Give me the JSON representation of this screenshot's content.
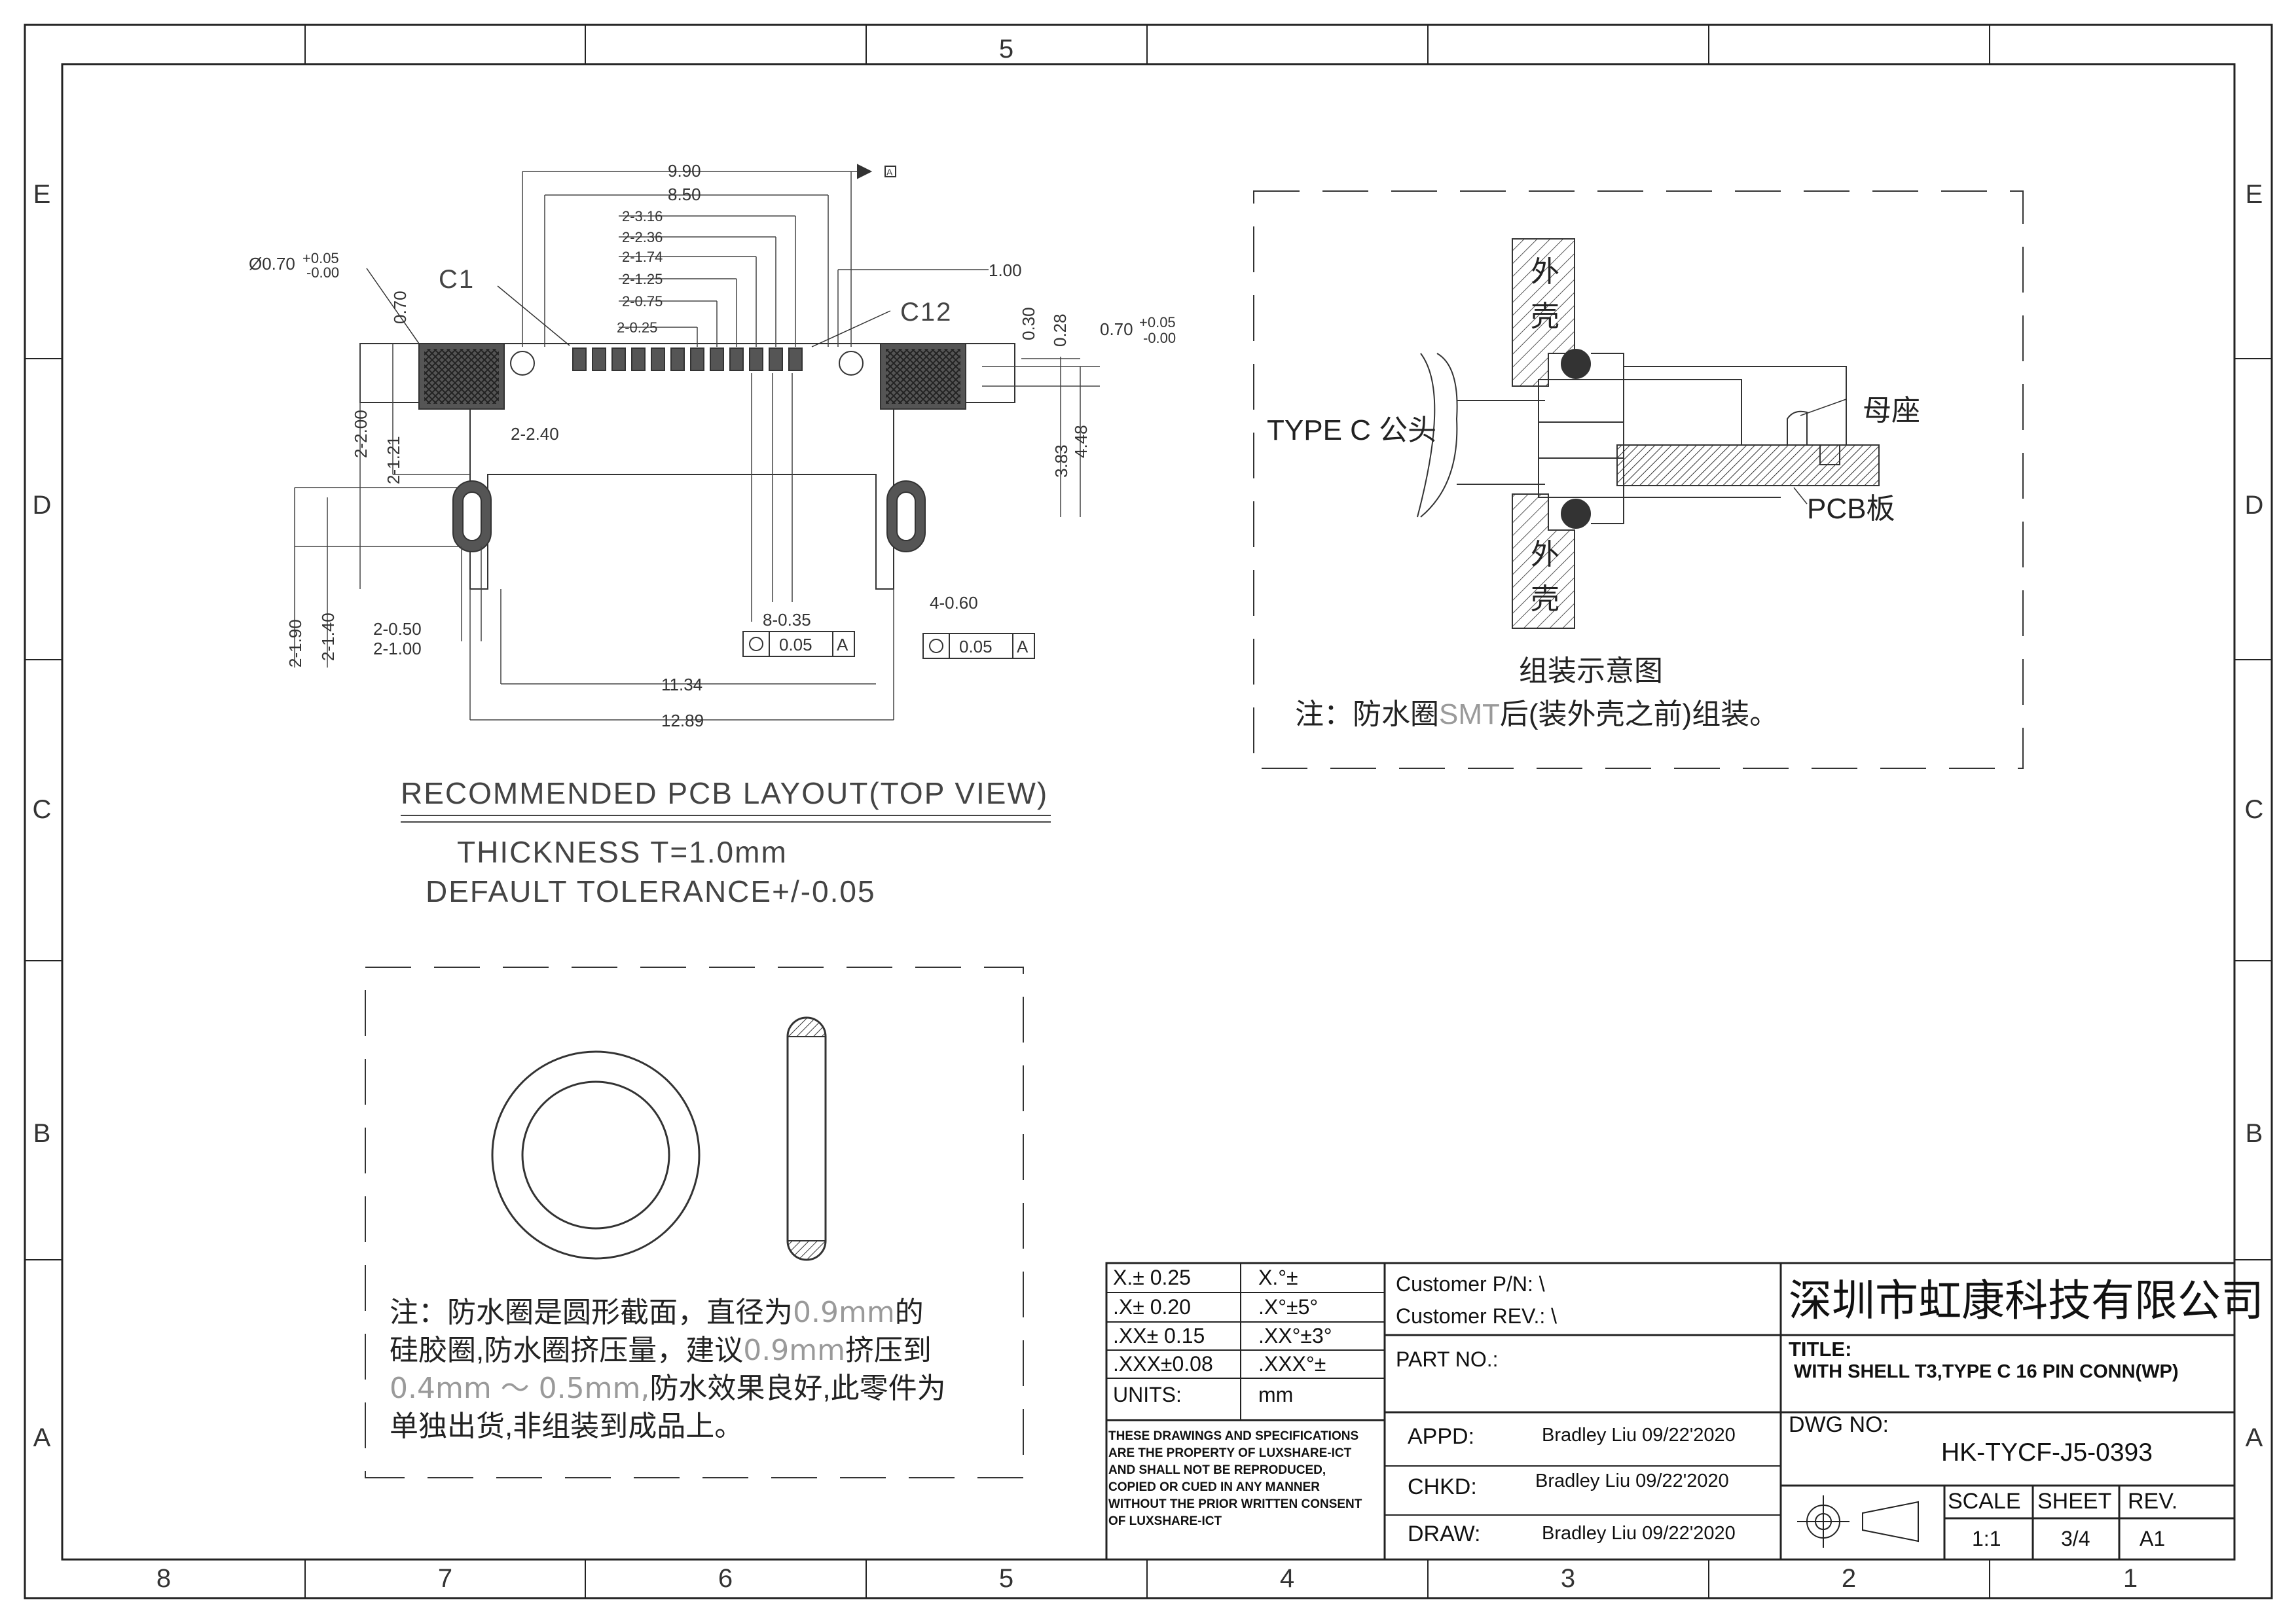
{
  "zones": {
    "columns": [
      "8",
      "7",
      "6",
      "5",
      "4",
      "3",
      "2",
      "1"
    ],
    "rows": [
      "E",
      "D",
      "C",
      "B",
      "A"
    ]
  },
  "layout": {
    "title": "RECOMMENDED PCB LAYOUT(TOP VIEW)",
    "thickness": "THICKNESS T=1.0mm",
    "tolerance": "DEFAULT TOLERANCE+/-0.05",
    "pin_first": "C1",
    "pin_last": "C12",
    "datum": "A",
    "dims": {
      "d990": "9.90",
      "d850": "8.50",
      "d316": "2-3.16",
      "d236": "2-2.36",
      "d174": "2-1.74",
      "d125": "2-1.25",
      "d075": "2-0.75",
      "d025": "2-0.25",
      "hole_left": "Ø0.70",
      "hole_right": "0.70",
      "tol_plus": "+0.05",
      "tol_minus": "-0.00",
      "d100": "1.00",
      "d030": "0.30",
      "d028": "0.28",
      "d070v": "0.70",
      "d240": "2-2.40",
      "d200": "2-2.00",
      "d121": "2-1.21",
      "d383": "3.83",
      "d448": "4.48",
      "d050": "2-0.50",
      "d100b": "2-1.00",
      "d190": "2-1.90",
      "d140": "2-1.40",
      "d835": "8-0.35",
      "d460": "4-0.60",
      "tol_pos": "0.05",
      "d1134": "11.34",
      "d1289": "12.89"
    }
  },
  "assembly": {
    "shell_char1": "外",
    "shell_char2": "壳",
    "plug": "TYPE C 公头",
    "receptacle": "母座",
    "pcb": "PCB板",
    "caption": "组装示意图",
    "note_a": "注：防水圈",
    "note_smt": "SMT",
    "note_b": "后(装外壳之前)组装。"
  },
  "oring_note": {
    "l1a": "注：防水圈是圆形截面，直径为",
    "l1b": "0.9mm",
    "l1c": "的",
    "l2a": "硅胶圈,防水圈挤压量，建议",
    "l2b": "0.9mm",
    "l2c": "挤压到",
    "l3a": "0.4mm ～ 0.5mm,",
    "l3b": "防水效果良好,此零件为",
    "l4": "单独出货,非组装到成品上。"
  },
  "title_block": {
    "tolerances": [
      [
        "X.± 0.25",
        "X.°±"
      ],
      [
        ".X± 0.20",
        ".X°±5°"
      ],
      [
        ".XX± 0.15",
        ".XX°±3°"
      ],
      [
        ".XXX±0.08",
        ".XXX°±"
      ],
      [
        "UNITS:",
        "mm"
      ]
    ],
    "customer_pn": "Customer P/N: \\",
    "customer_rev": "Customer REV.: \\",
    "part_no": "PART NO.:",
    "company": "深圳市虹康科技有限公司",
    "title_label": "TITLE:",
    "title_value": "WITH SHELL T3,TYPE C 16 PIN CONN(WP)",
    "disclaimer": [
      "THESE DRAWINGS AND SPECIFICATIONS",
      "ARE THE PROPERTY OF LUXSHARE-ICT",
      "AND SHALL NOT BE REPRODUCED,",
      "COPIED OR CUED IN ANY MANNER",
      "WITHOUT THE PRIOR WRITTEN CONSENT",
      "OF LUXSHARE-ICT"
    ],
    "appd_label": "APPD:",
    "appd_value": "Bradley Liu  09/22'2020",
    "chkd_label": "CHKD:",
    "chkd_value": "Bradley Liu  09/22'2020",
    "draw_label": "DRAW:",
    "draw_value": "Bradley Liu  09/22'2020",
    "dwg_label": "DWG NO:",
    "dwg_value": "HK-TYCF-J5-0393",
    "scale_label": "SCALE",
    "sheet_label": "SHEET",
    "rev_label": "REV.",
    "scale_value": "1:1",
    "sheet_value": "3/4",
    "rev_value": "A1"
  }
}
